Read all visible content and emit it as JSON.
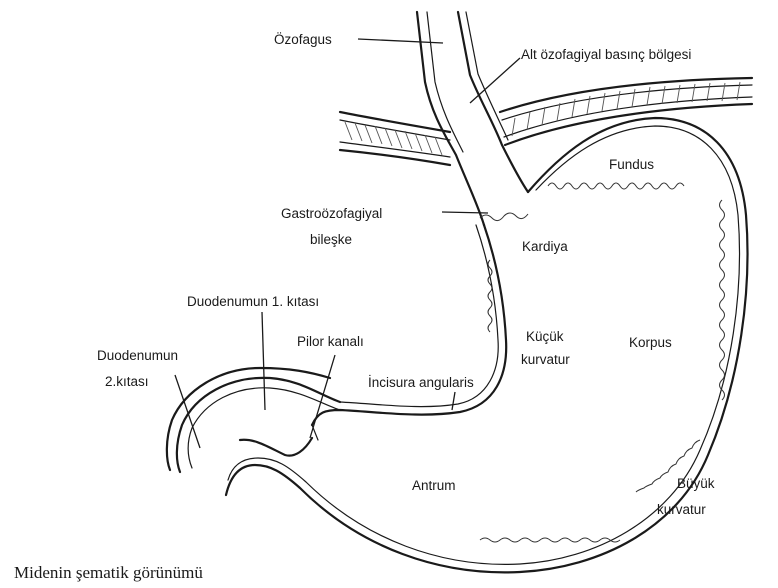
{
  "labels": {
    "ozofagus": "Özofagus",
    "alt_ozofagiyal": "Alt özofagiyal basınç bölgesi",
    "fundus": "Fundus",
    "gastro_line1": "Gastroözofagiyal",
    "gastro_line2": "bileşke",
    "kardiya": "Kardiya",
    "duodenum1": "Duodenumun 1. kıtası",
    "pilor": "Pilor kanalı",
    "kucuk_line1": "Küçük",
    "kucuk_line2": "kurvatur",
    "korpus": "Korpus",
    "duodenum2_line1": "Duodenumun",
    "duodenum2_line2": "2.kıtası",
    "incisura": "İncisura angularis",
    "antrum": "Antrum",
    "buyuk_line1": "Büyük",
    "buyuk_line2": "kurvatur"
  },
  "caption": "Midenin şematik görünümü"
}
